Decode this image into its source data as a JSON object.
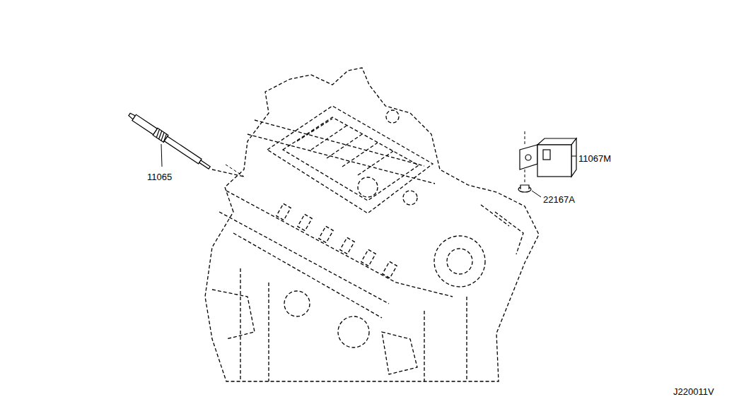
{
  "diagram": {
    "labels": [
      "11065",
      "11067M",
      "22167A",
      "J220011V"
    ]
  }
}
